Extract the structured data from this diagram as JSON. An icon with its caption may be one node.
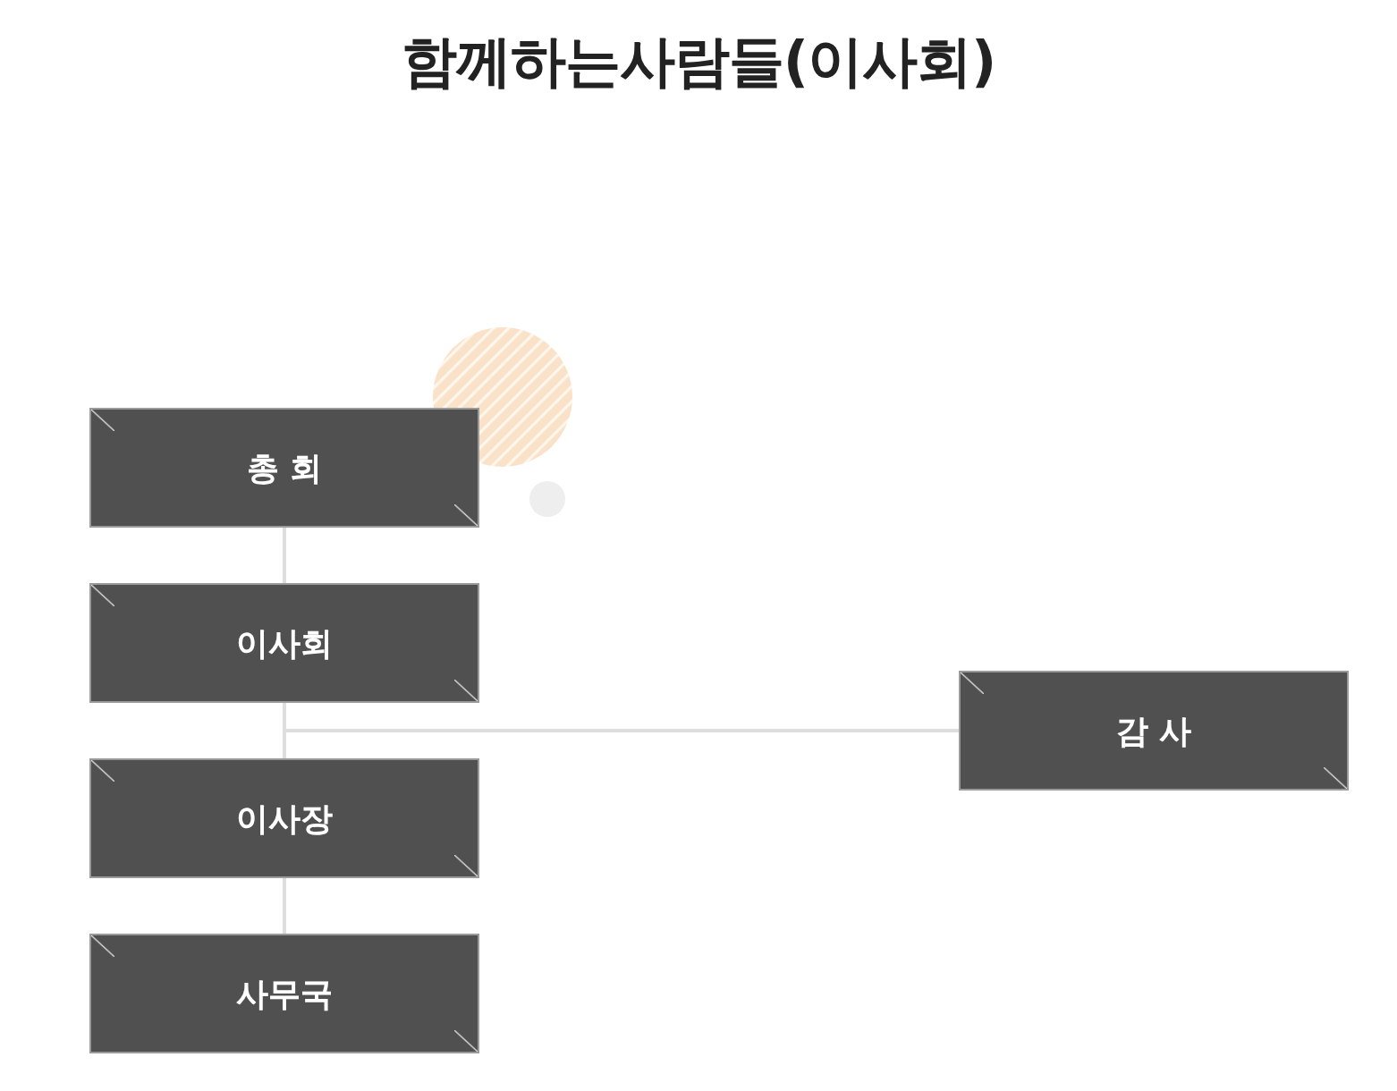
{
  "diagram": {
    "title": "함께하는사람들(이사회)",
    "nodes": [
      {
        "text": [
          "총 회"
        ]
      },
      {
        "text": [
          "이사회"
        ]
      },
      {
        "text": [
          "이사장"
        ]
      },
      {
        "text": [
          "사무국"
        ]
      },
      {
        "text": [
          "감 사"
        ]
      }
    ],
    "edges": [
      {
        "from": 0,
        "to": 1,
        "arrow": "none"
      },
      {
        "from": 1,
        "to": 2,
        "arrow": "none"
      },
      {
        "from": 2,
        "to": 3,
        "arrow": "none"
      },
      {
        "from": 1,
        "to": 4,
        "arrow": "none"
      }
    ]
  }
}
